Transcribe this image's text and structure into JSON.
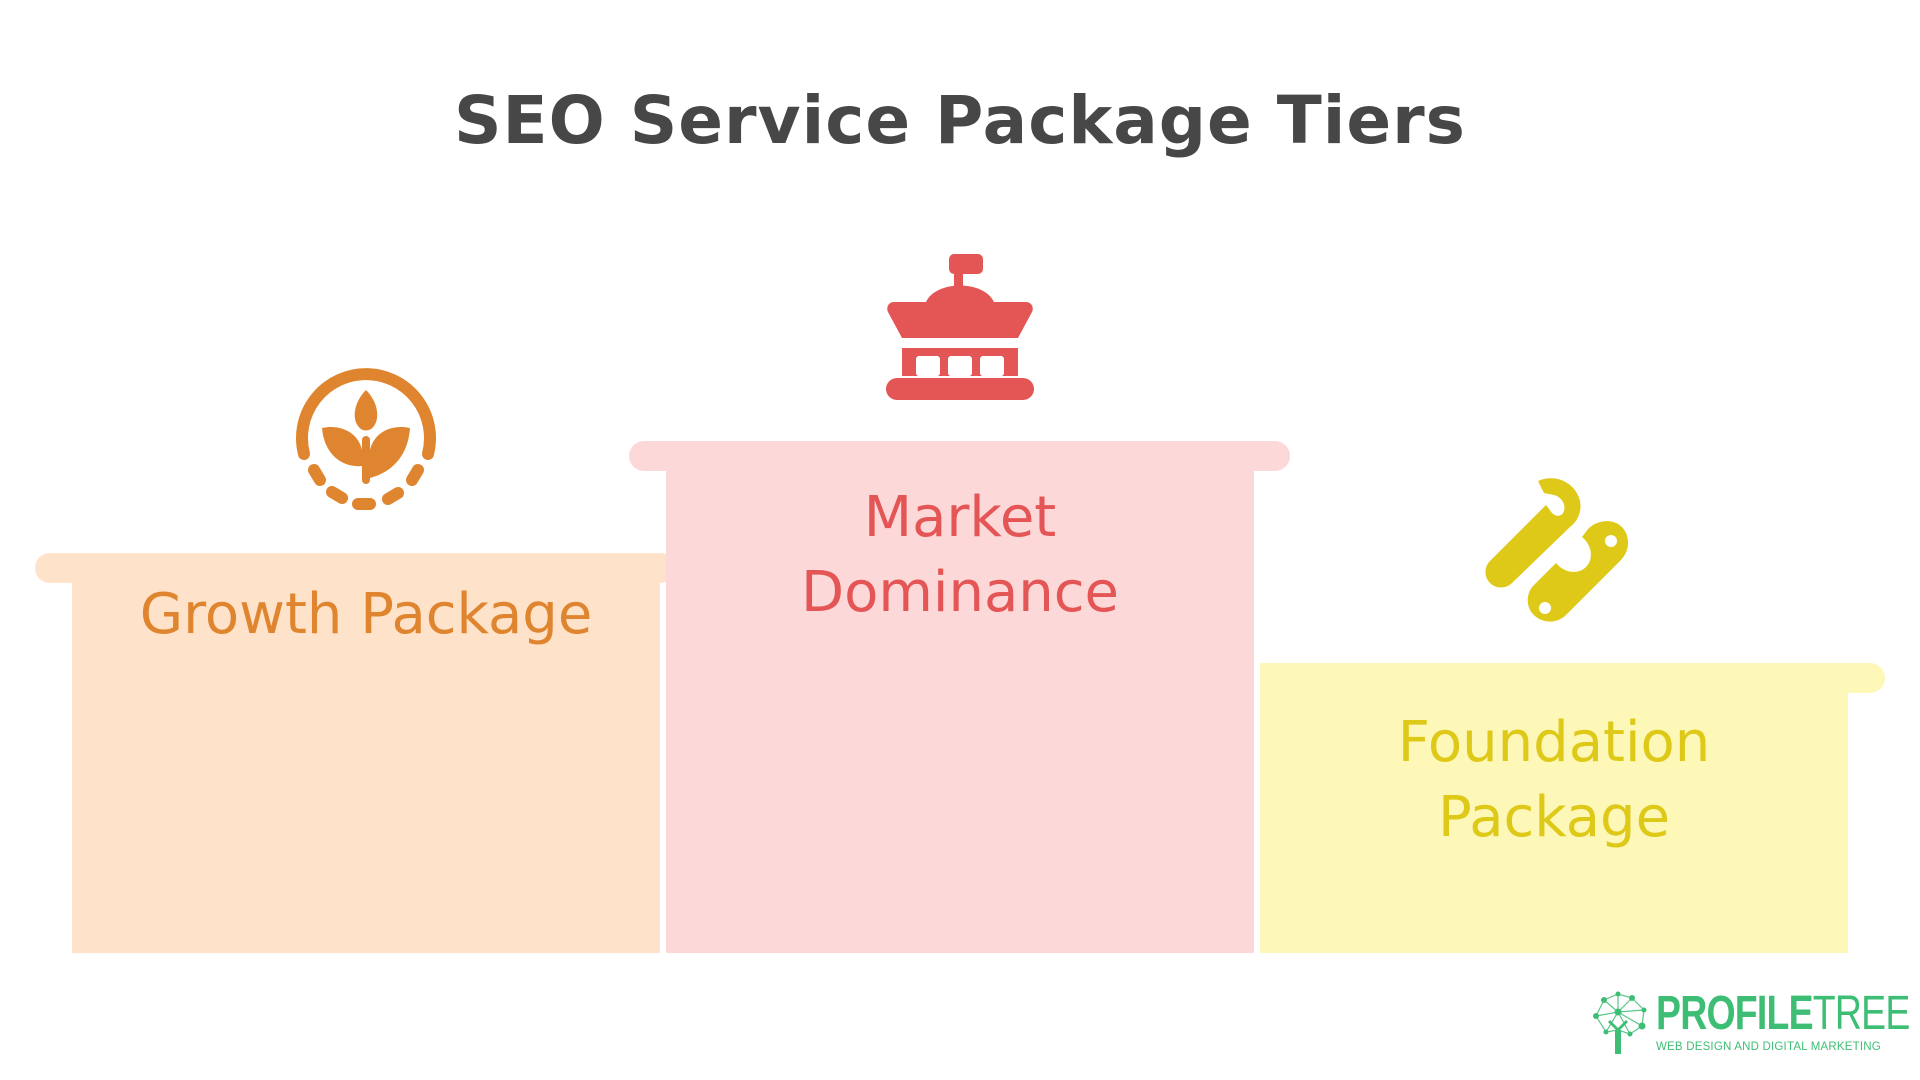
{
  "title": "SEO Service Package Tiers",
  "tiers": [
    {
      "id": "growth",
      "label": "Growth Package",
      "icon": "sprout-circle-icon",
      "position": "left",
      "rank": 2,
      "bg_color": "#fee2c9",
      "text_color": "#e0852f"
    },
    {
      "id": "market",
      "label": "Market\nDominance",
      "icon": "government-building-icon",
      "position": "center",
      "rank": 1,
      "bg_color": "#fdd8d8",
      "text_color": "#e45656"
    },
    {
      "id": "foundation",
      "label": "Foundation\nPackage",
      "icon": "wrench-tools-icon",
      "position": "right",
      "rank": 3,
      "bg_color": "#fef8b8",
      "text_color": "#dec919"
    }
  ],
  "logo": {
    "brand_bold": "PROFILE",
    "brand_light": "TREE",
    "tagline": "WEB DESIGN AND DIGITAL MARKETING",
    "color": "#3dbe74"
  },
  "colors": {
    "title": "#474747",
    "background": "#ffffff"
  }
}
